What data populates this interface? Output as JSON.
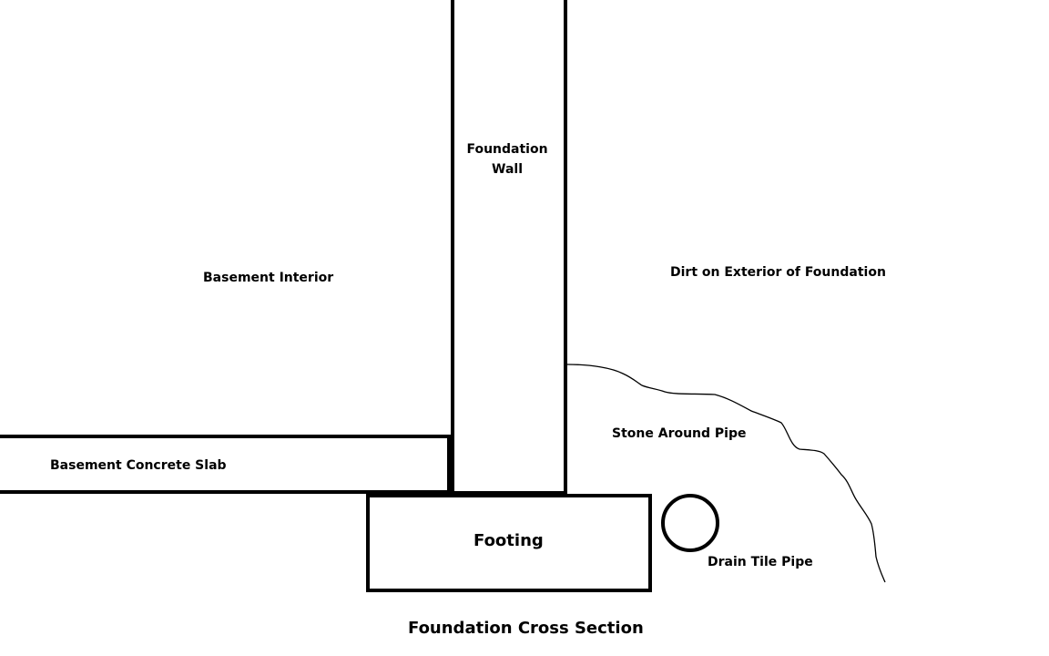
{
  "labels": {
    "foundation_wall_line1": "Foundation",
    "foundation_wall_line2": "Wall",
    "basement_interior": "Basement Interior",
    "dirt_exterior": "Dirt on Exterior of Foundation",
    "stone_around_pipe": "Stone Around Pipe",
    "basement_slab": "Basement Concrete Slab",
    "footing": "Footing",
    "drain_tile_pipe": "Drain Tile Pipe"
  },
  "title": "Foundation Cross Section",
  "colors": {
    "stroke": "#000000",
    "background": "#ffffff"
  }
}
